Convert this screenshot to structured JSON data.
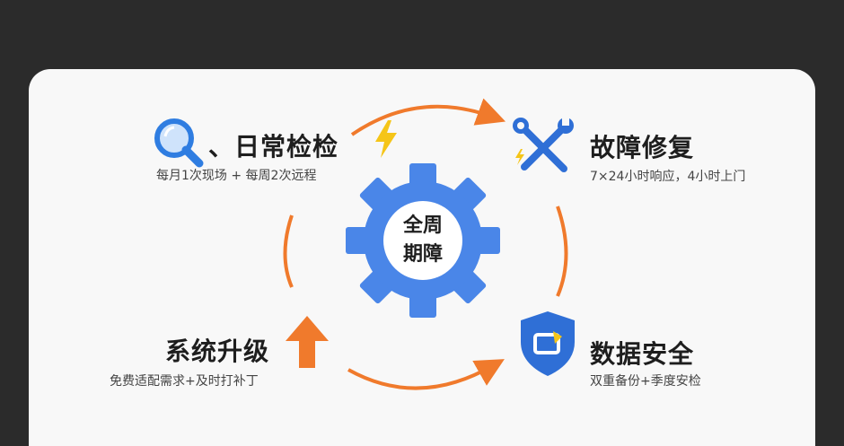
{
  "center": {
    "line1": "全周",
    "line2": "期障"
  },
  "items": [
    {
      "key": "daily",
      "icon": "magnifier-icon",
      "title": "、日常检检",
      "subtitle": "每月1次现场 + 每周2次远程"
    },
    {
      "key": "repair",
      "icon": "wrench-screwdriver-icon",
      "title": "故障修复",
      "subtitle": "7×24小时响应，4小时上门"
    },
    {
      "key": "upgrade",
      "icon": "arrow-up-icon",
      "title": "系统升级",
      "subtitle": "免费适配需求+及时打补丁"
    },
    {
      "key": "security",
      "icon": "shield-icon",
      "title": "数据安全",
      "subtitle": "双重备份+季度安检"
    }
  ],
  "colors": {
    "accent": "#f07a2c",
    "gear": "#4a86e8",
    "lightning": "#f5c518",
    "card": "#f8f8f8",
    "background": "#2b2b2b"
  }
}
